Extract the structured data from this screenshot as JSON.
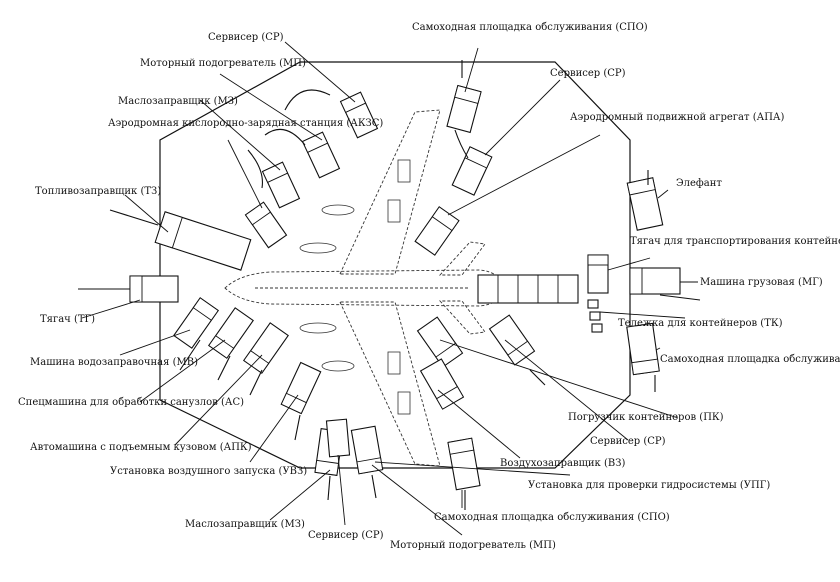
{
  "diagram": {
    "labels": [
      "Сервисер (СР)",
      "Самоходная площадка обслуживания (СПО)",
      "Моторный подогреватель (МП)",
      "Сервисер (СР)",
      "Маслозаправщик (МЗ)",
      "Аэродромная кислородно-зарядная станция (АКЗС)",
      "Аэродромный подвижной агрегат (АПА)",
      "Элефант",
      "Топливозаправщик (ТЗ)",
      "Тягач для транспортирования контейнеров (ТТК)",
      "Машина грузовая (МГ)",
      "Тягач (ТГ)",
      "Тележка для контейнеров (ТК)",
      "Машина водозаправочная (МВ)",
      "Самоходная площадка обслуживания (СПО)",
      "Спецмашина для обработки санузлов (АС)",
      "Погрузчик контейнеров (ПК)",
      "Автомашина с подъемным кузовом (АПК)",
      "Сервисер (СР)",
      "Воздухозаправщик (ВЗ)",
      "Установка воздушного запуска (УВЗ)",
      "Установка для проверки гидросистемы (УПГ)",
      "Маслозаправщик (МЗ)",
      "Самоходная площадка обслуживания (СПО)",
      "Сервисер (СР)",
      "Моторный подогреватель (МП)"
    ]
  }
}
